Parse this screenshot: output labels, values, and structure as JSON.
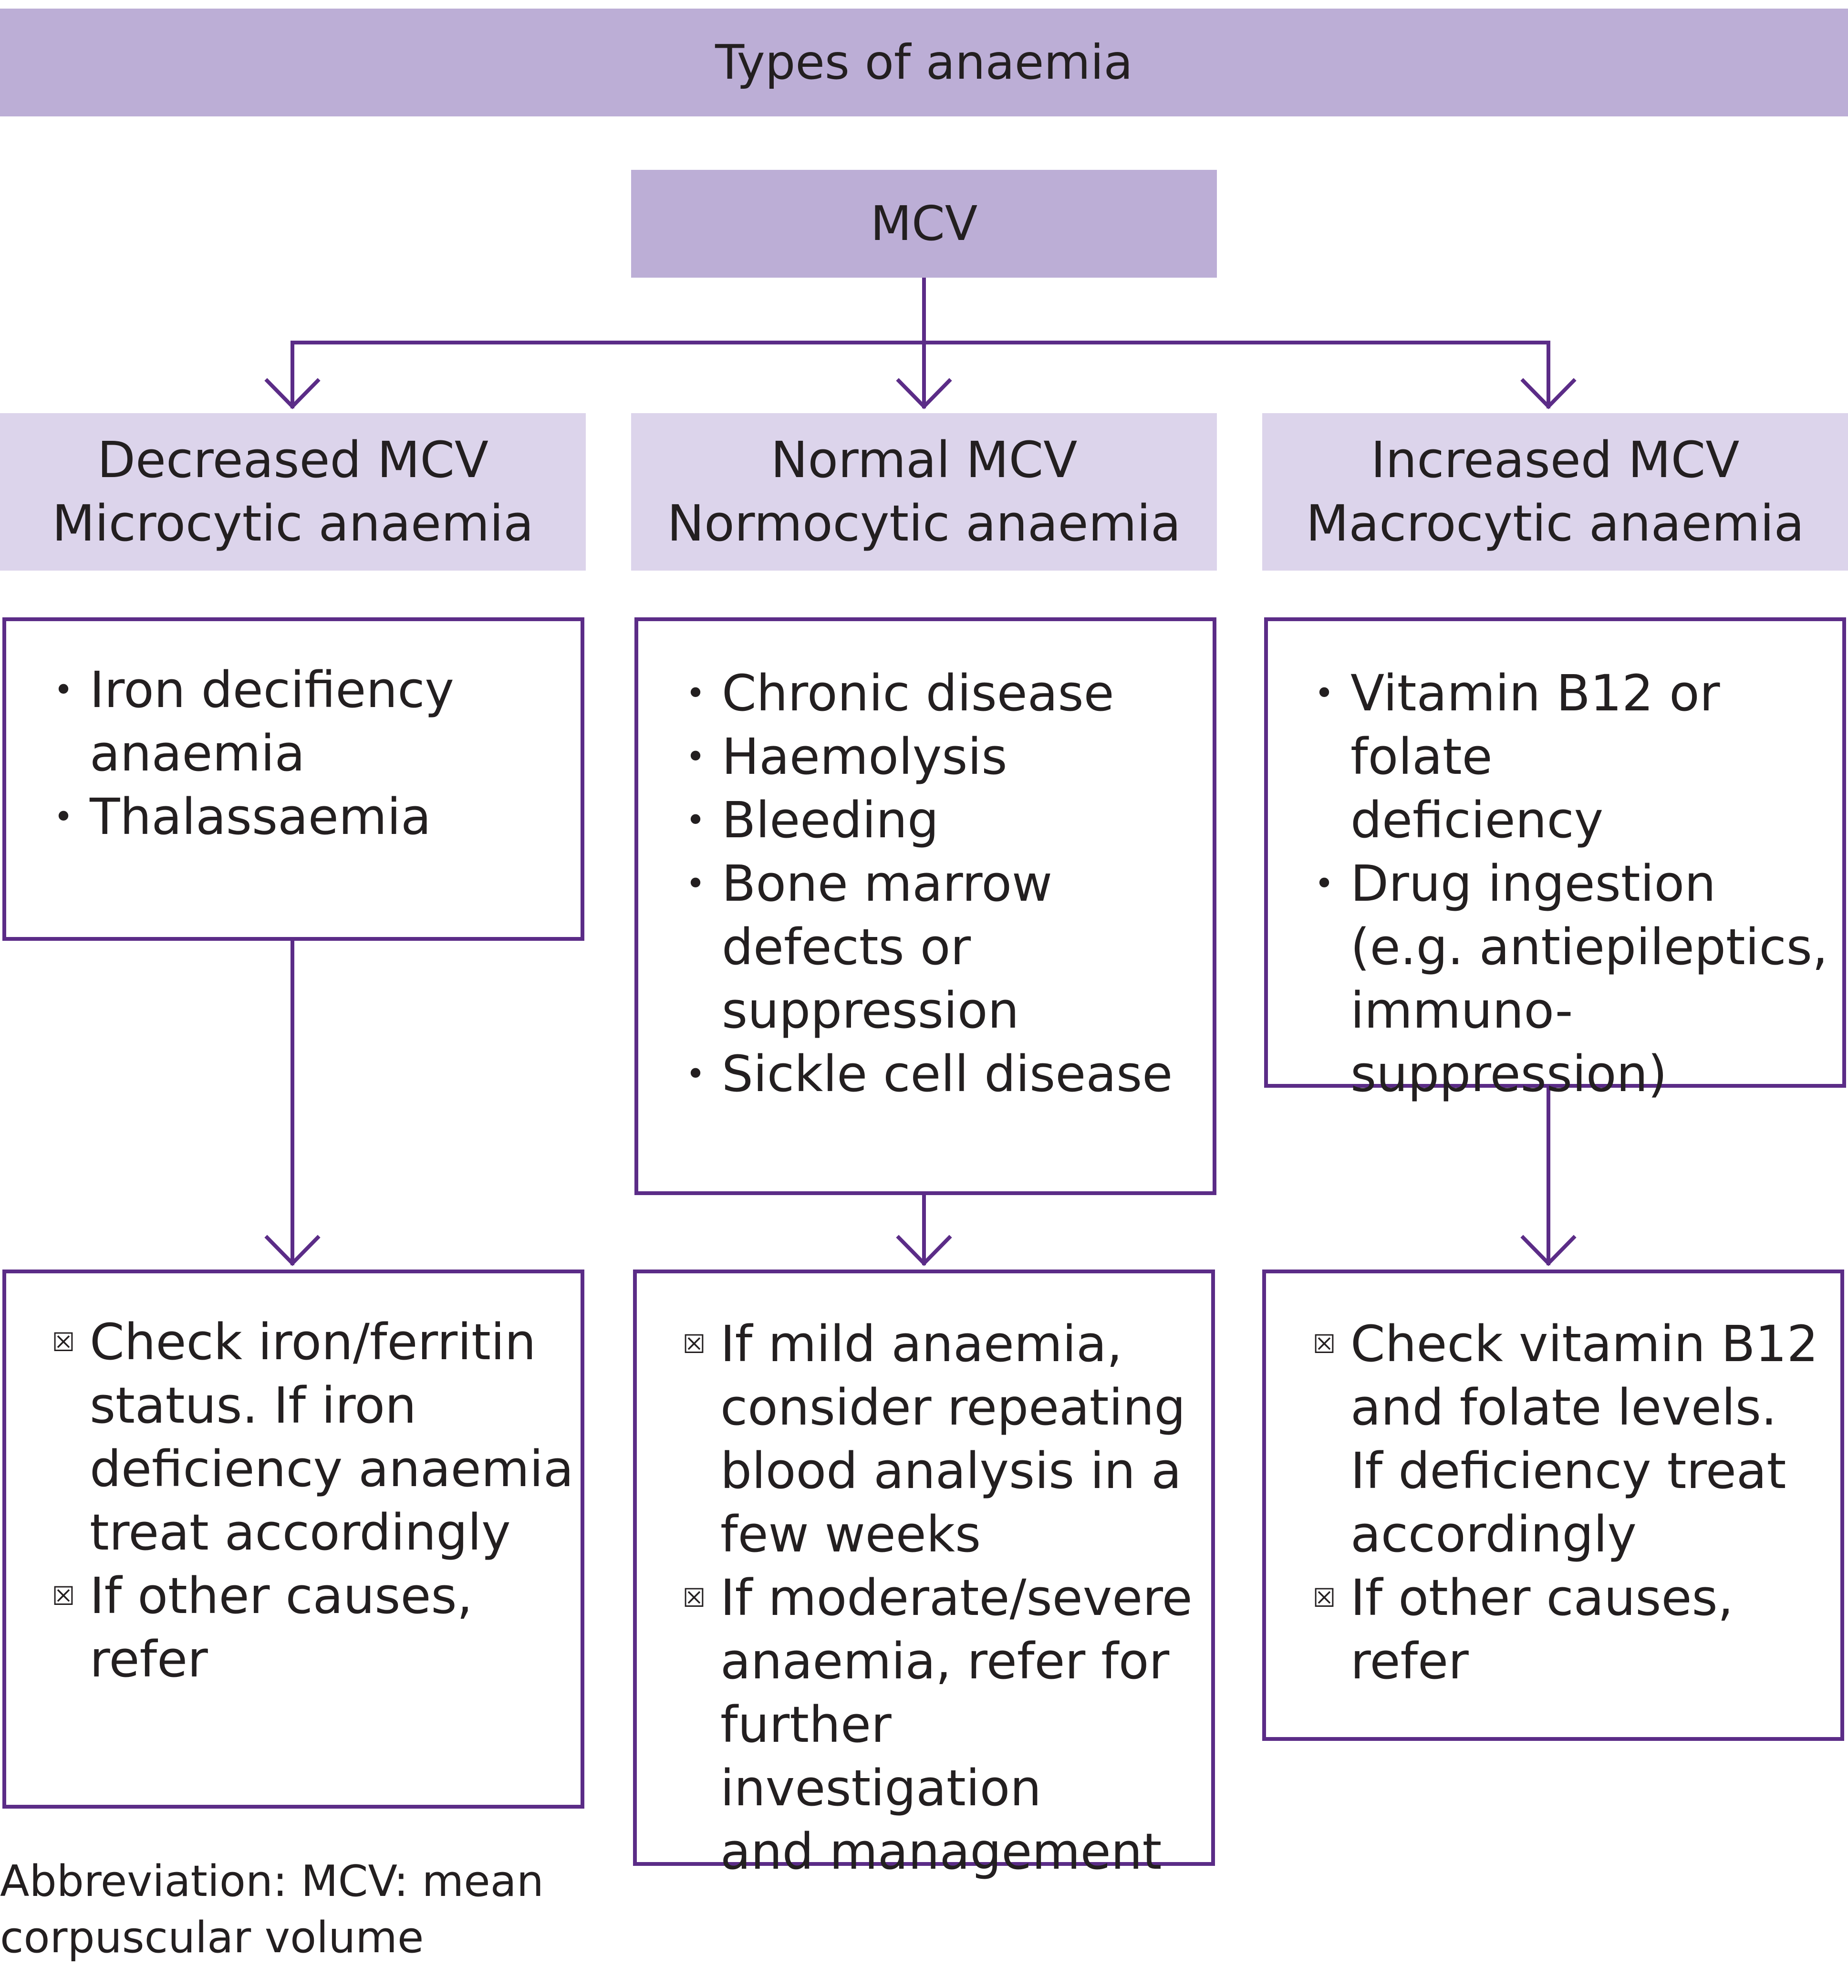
{
  "diagram": {
    "title": "Types of anaemia",
    "root": "MCV",
    "columns": [
      {
        "heading": [
          "Decreased MCV",
          "Microcytic anaemia"
        ],
        "causes": [
          [
            "Iron decifiency",
            "anaemia"
          ],
          [
            "Thalassaemia"
          ]
        ],
        "actions": [
          [
            "Check iron/ferritin",
            "status. If iron",
            "deficiency anaemia",
            "treat accordingly"
          ],
          [
            "If other causes,",
            "refer"
          ]
        ]
      },
      {
        "heading": [
          "Normal MCV",
          "Normocytic anaemia"
        ],
        "causes": [
          [
            "Chronic disease"
          ],
          [
            "Haemolysis"
          ],
          [
            "Bleeding"
          ],
          [
            "Bone marrow",
            "defects or",
            "suppression"
          ],
          [
            "Sickle cell disease"
          ]
        ],
        "actions": [
          [
            "If mild anaemia,",
            "consider repeating",
            "blood analysis in a",
            "few weeks"
          ],
          [
            "If moderate/severe",
            "anaemia, refer for",
            "further investigation",
            "and management"
          ]
        ]
      },
      {
        "heading": [
          "Increased MCV",
          "Macrocytic anaemia"
        ],
        "causes": [
          [
            "Vitamin B12 or folate",
            "deficiency"
          ],
          [
            "Drug ingestion",
            "(e.g. antiepileptics,",
            "immuno-",
            "suppression)"
          ]
        ],
        "actions": [
          [
            "Check vitamin B12",
            "and folate levels.",
            "If deficiency treat",
            "accordingly"
          ],
          [
            "If other causes,",
            "refer"
          ]
        ]
      }
    ],
    "footnote": [
      "Abbreviation: MCV: mean",
      "corpuscular volume"
    ]
  },
  "markers": {
    "bullet": "•",
    "checkbox": "☒"
  },
  "colors": {
    "banner": "#bcaed6",
    "heading": "#dcd4eb",
    "line": "#5b2c87",
    "text": "#231f20"
  }
}
